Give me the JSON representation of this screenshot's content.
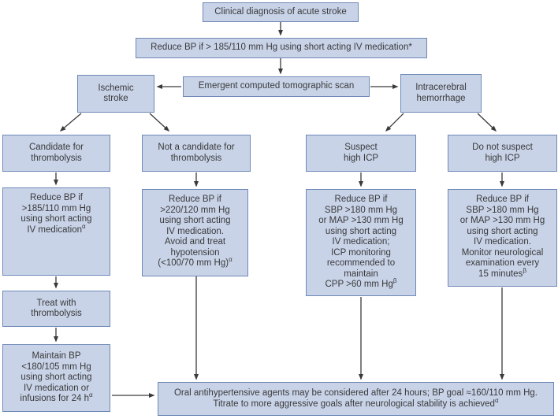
{
  "figure": {
    "type": "flowchart",
    "topic": "Acute stroke blood pressure management algorithm"
  },
  "palette": {
    "box_fill": "#c8d3e8",
    "box_border": "#6f88b7",
    "text_color": "#3a3a3a",
    "arrow_color": "#3a3a3a",
    "background": "#ffffff"
  },
  "flowchart": {
    "nodes": {
      "diagnosis": {
        "text": "Clinical diagnosis of acute stroke"
      },
      "reduce_bp_initial": {
        "text": "Reduce BP if > 185/110 mm Hg using short acting IV medication*"
      },
      "ischemic_stroke": {
        "text": "Ischemic\nstroke"
      },
      "ct_scan": {
        "text": "Emergent computed tomographic scan"
      },
      "intracerebral_hemorrhage": {
        "text": "Intracerebral\nhemorrhage"
      },
      "candidate": {
        "text": "Candidate for\nthrombolysis"
      },
      "not_candidate": {
        "text": "Not a candidate for\nthrombolysis"
      },
      "suspect_icp": {
        "text": "Suspect\nhigh ICP"
      },
      "not_suspect_icp": {
        "text": "Do not suspect\nhigh ICP"
      },
      "candidate_detail": {
        "text": "Reduce BP if\n>185/110 mm Hg\nusing short acting\nIV medication",
        "sup": "α"
      },
      "not_candidate_detail": {
        "text": "Reduce BP if\n>220/120 mm Hg\nusing short acting\nIV medication.\nAvoid and treat\nhypotension\n(<100/70 mm Hg)",
        "sup": "α"
      },
      "suspect_detail": {
        "text": "Reduce BP if\nSBP >180 mm Hg\nor MAP >130 mm Hg\nusing short acting\nIV medication;\nICP monitoring\nrecommended to\nmaintain\nCPP >60 mm Hg",
        "sup": "β"
      },
      "not_suspect_detail": {
        "text": "Reduce BP if\nSBP >180 mm Hg\nor MAP >130 mm Hg\nusing short acting\nIV medication.\nMonitor neurological\nexamination every\n15 minutes",
        "sup": "β"
      },
      "treat_thrombolysis": {
        "text": "Treat with\nthrombolysis"
      },
      "maintain_bp": {
        "text": "Maintain BP\n<180/105 mm Hg\nusing short acting\nIV medication or\ninfusions for 24 h",
        "sup": "α"
      },
      "oral_agents": {
        "text": "Oral antihypertensive agents may be considered after 24 hours; BP goal ≈160/110 mm Hg.\nTitrate to more aggressive goals after neurological stability is achieved",
        "sup": "α"
      }
    }
  }
}
